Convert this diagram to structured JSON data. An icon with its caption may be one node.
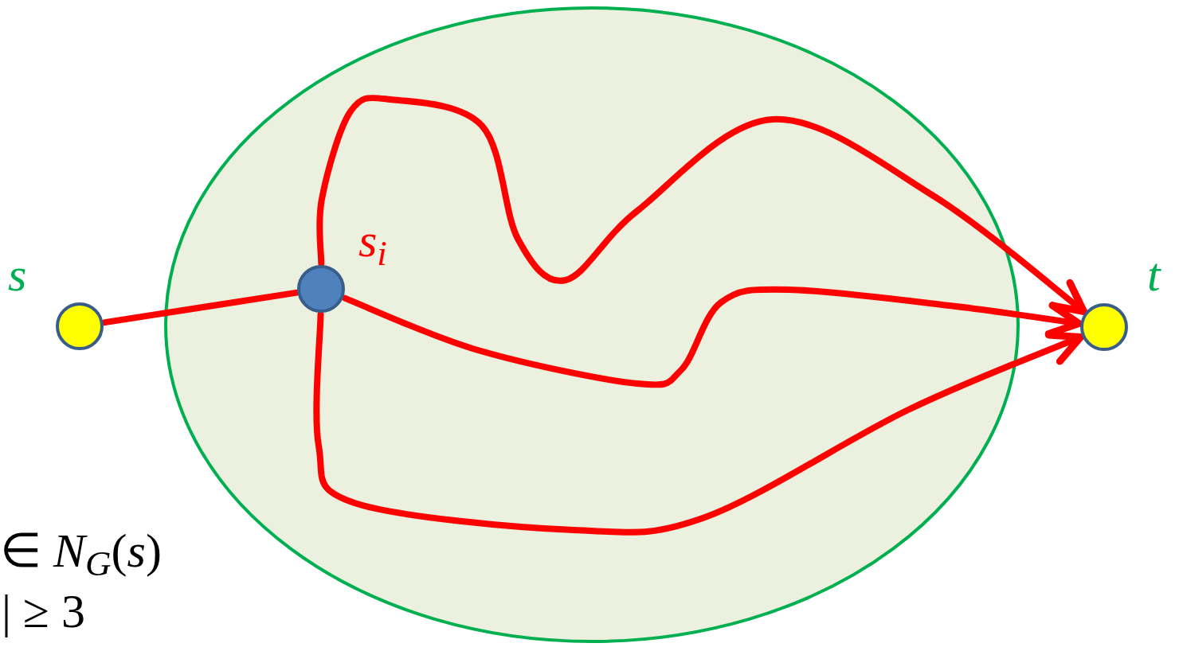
{
  "diagram": {
    "nodes": [
      {
        "text": [],
        "shape": "ellipse"
      },
      {
        "text": [],
        "shape": "circle",
        "beside": [
          "*s*"
        ]
      },
      {
        "text": [],
        "shape": "circle",
        "in": 0,
        "beside": [
          "s$_{i}$"
        ]
      },
      {
        "text": [],
        "shape": "circle",
        "beside": [
          "*t*"
        ]
      }
    ],
    "edges": [
      {
        "from": 1,
        "to": 2,
        "arrow": "none"
      },
      {
        "from": 2,
        "to": 3,
        "arrow": "to"
      },
      {
        "from": 2,
        "to": 3,
        "arrow": "to"
      },
      {
        "from": 2,
        "to": 3,
        "arrow": "to"
      }
    ],
    "labels": [
      "∈ *N*$_{G}$(*s*)",
      "| ≥ 3"
    ]
  }
}
